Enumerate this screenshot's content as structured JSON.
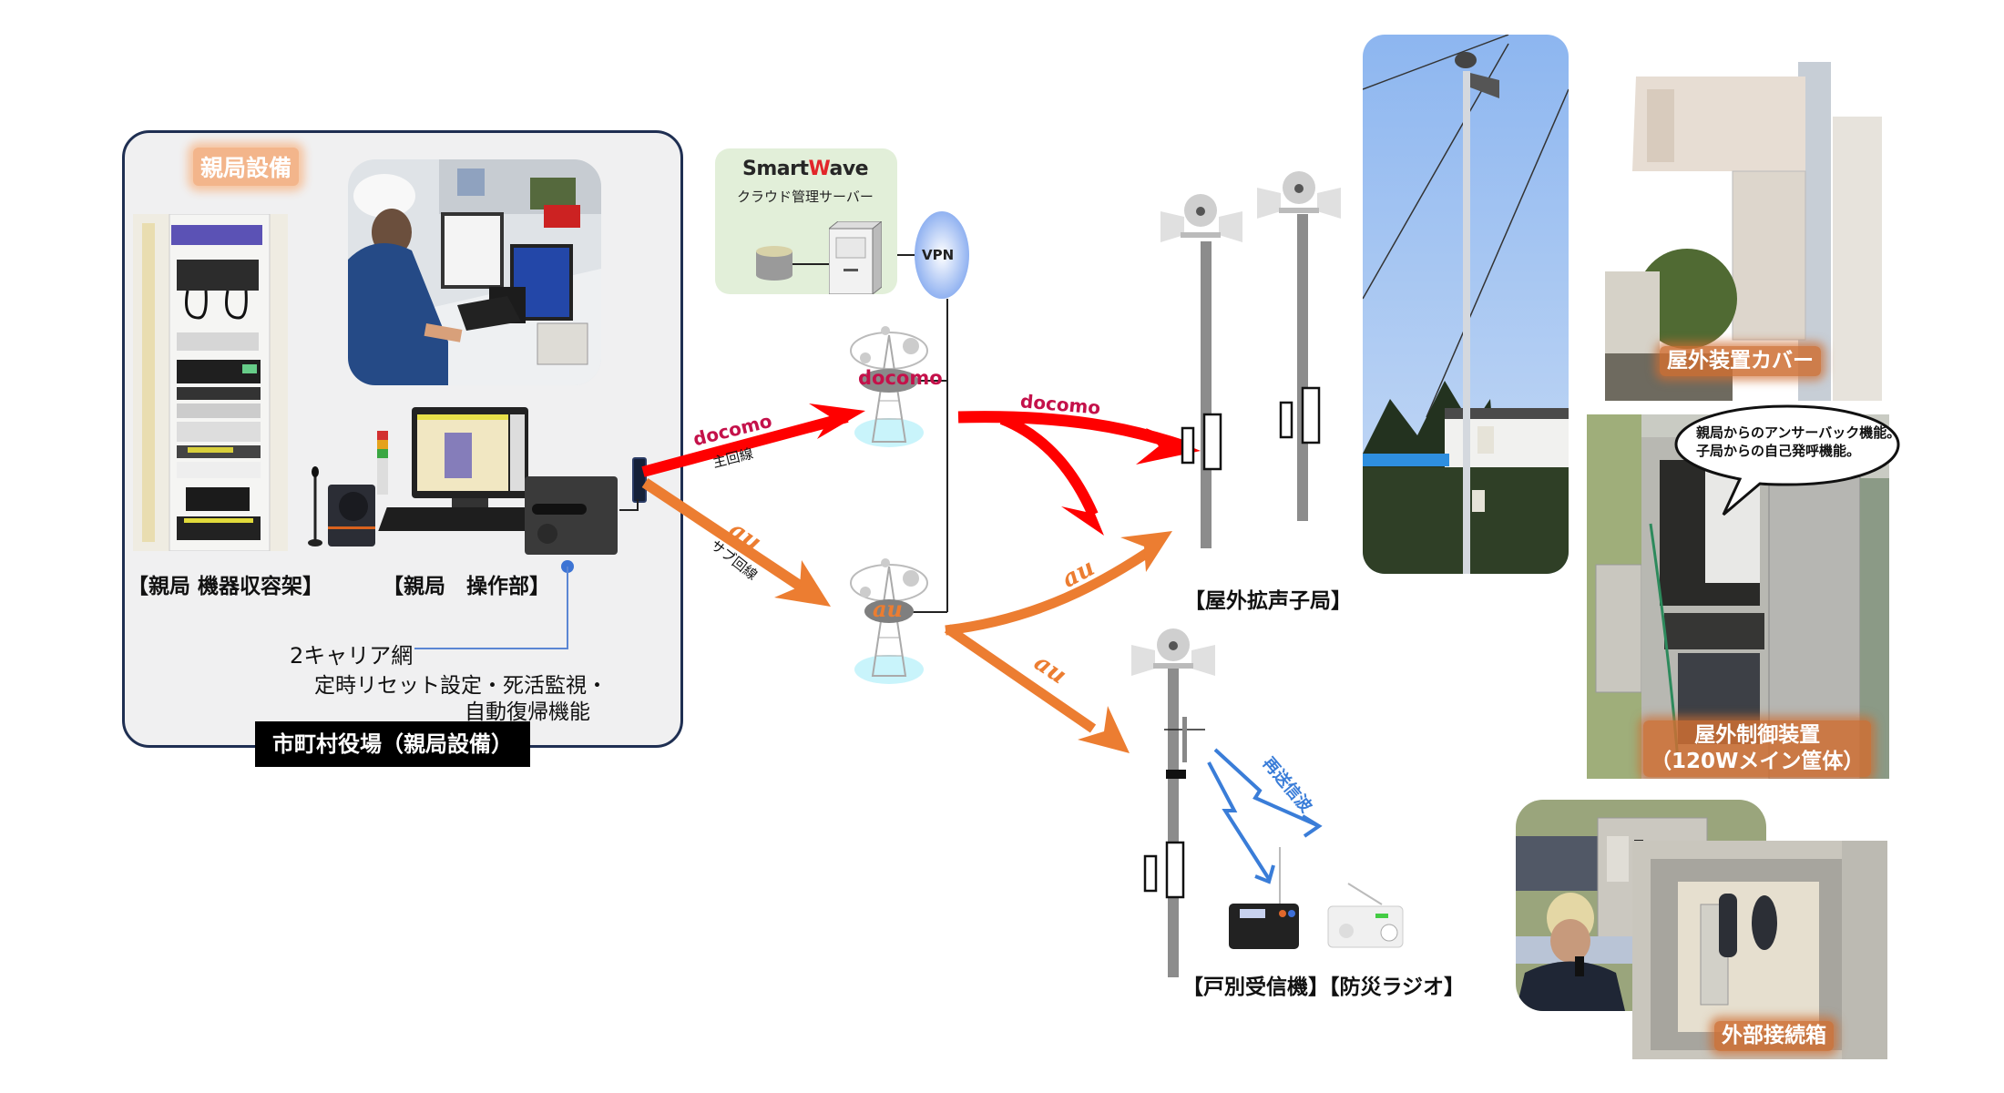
{
  "headquarters": {
    "section_label": "親局設備",
    "rack_caption": "【親局 機器収容架】",
    "console_caption": "【親局　操作部】",
    "network_title": "2キャリア網",
    "network_features_line1": "定時リセット設定・死活監視・",
    "network_features_line2": "自動復帰機能",
    "footer_label": "市町村役場（親局設備）"
  },
  "cloud": {
    "brand_prefix": "Smart",
    "brand_w": "W",
    "brand_suffix": "ave",
    "subtitle": "クラウド管理サーバー",
    "vpn_label": "VPN"
  },
  "links": {
    "main_carrier": "docomo",
    "main_line_label": "主回線",
    "sub_carrier": "au",
    "sub_line_label": "サブ回線",
    "tower_docomo_label": "docomo",
    "tower_au_label": "au",
    "docomo_to_station": "docomo",
    "au_to_station": "au",
    "au_to_repeater": "au",
    "retransmit_label": "再送信波"
  },
  "stations": {
    "outdoor_speaker_caption": "【屋外拡声子局】",
    "receivers_caption": "【戸別受信機】【防災ラジオ】"
  },
  "photos": {
    "cover_label": "屋外装置カバー",
    "control_label_line1": "屋外制御装置",
    "control_label_line2": "（120Wメイン筐体）",
    "bubble_line1": "親局からのアンサーバック機能。",
    "bubble_line2": "子局からの自己発呼機能。",
    "junction_label": "外部接続箱"
  },
  "colors": {
    "docomo_red": "#ff0000",
    "au_orange": "#ec7d31",
    "frame_navy": "#1f2f52",
    "cloud_green": "#e2efd9",
    "wave_blue": "#3a7dd8"
  }
}
